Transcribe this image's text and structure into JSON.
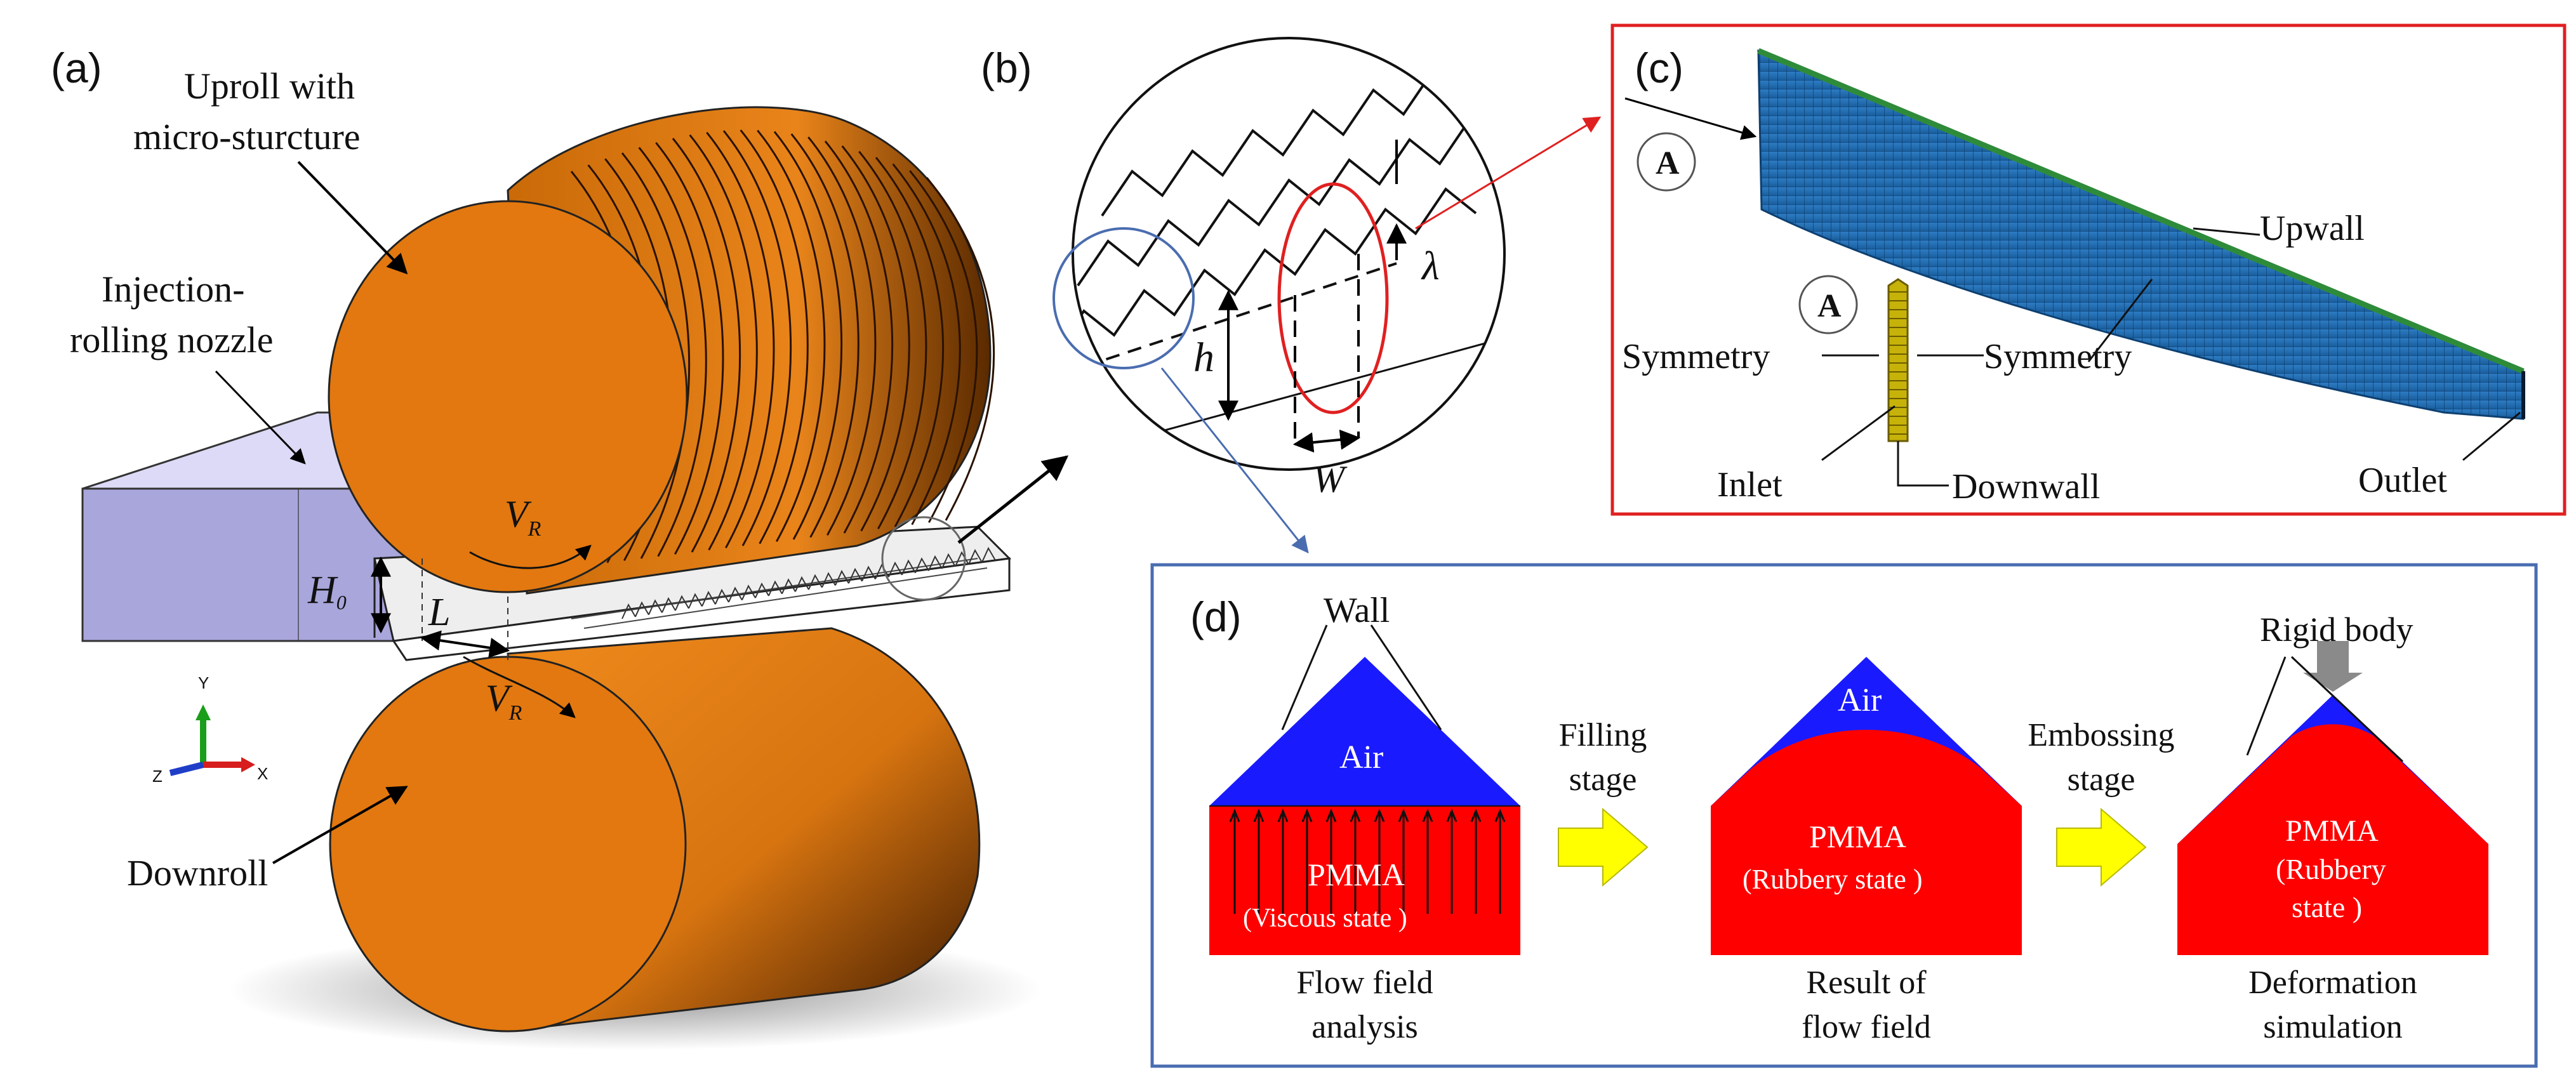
{
  "panels": {
    "a": {
      "tag": "(a)",
      "uproll_line1": "Uproll with",
      "uproll_line2": "micro-sturcture",
      "nozzle_line1": "Injection-",
      "nozzle_line2": "rolling nozzle",
      "downroll": "Downroll",
      "vr_top": "V",
      "vr_top_sub": "R",
      "vr_bottom": "V",
      "vr_bottom_sub": "R",
      "h0": "H",
      "h0_sub": "0",
      "l": "L",
      "axis_y": "Y",
      "axis_x": "X",
      "axis_z": "Z"
    },
    "b": {
      "tag": "(b)",
      "h": "h",
      "w": "W",
      "lambda": "λ"
    },
    "c": {
      "tag": "(c)",
      "a_top": "A",
      "a_mid": "A",
      "upwall": "Upwall",
      "symmetry_left": "Symmetry",
      "symmetry_right": "Symmetry",
      "inlet": "Inlet",
      "downwall": "Downwall",
      "outlet": "Outlet"
    },
    "d": {
      "tag": "(d)",
      "wall": "Wall",
      "air1": "Air",
      "pmma1": "PMMA",
      "state1": "(Viscous state )",
      "cap1_line1": "Flow field",
      "cap1_line2": "analysis",
      "arrow1_line1": "Filling",
      "arrow1_line2": "stage",
      "air2": "Air",
      "pmma2": "PMMA",
      "state2": "(Rubbery state )",
      "cap2_line1": "Result of",
      "cap2_line2": "flow field",
      "arrow2_line1": "Embossing",
      "arrow2_line2": "stage",
      "rigid": "Rigid body",
      "pmma3": "PMMA",
      "state3_line1": "(Rubbery",
      "state3_line2": "state )",
      "cap3_line1": "Deformation",
      "cap3_line2": "simulation"
    }
  },
  "colors": {
    "roll": "#e07b10",
    "roll_dark": "#8a4200",
    "nozzle": "#b9b6e8",
    "mesh": "#1f6fb5",
    "mesh_edge": "#2e8b3a",
    "air": "#1a1aff",
    "pmma": "#ff0000",
    "stage_arrow": "#ffff00",
    "frame_c": "#e02020",
    "frame_d": "#4a6db0"
  }
}
